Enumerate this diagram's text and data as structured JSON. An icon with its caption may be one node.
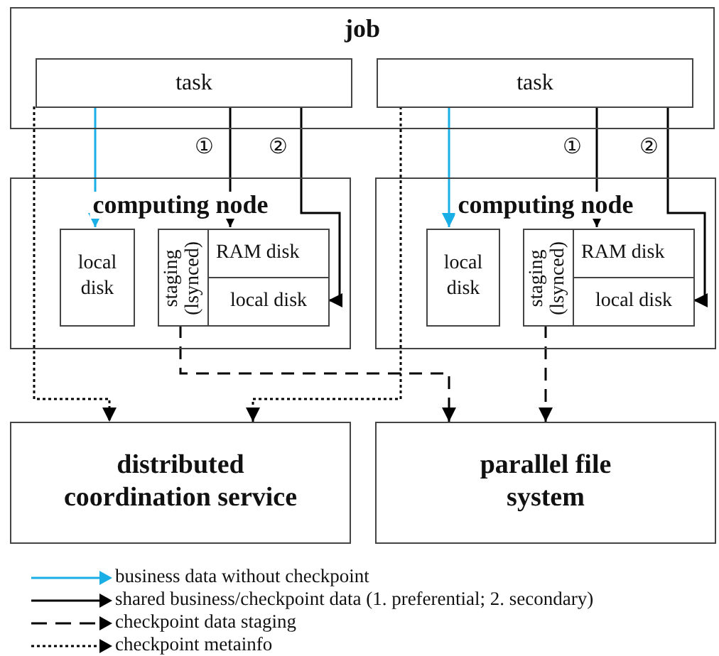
{
  "diagram": {
    "nodes": [
      {
        "text": [
          "job"
        ]
      },
      {
        "text": [
          "task"
        ],
        "in": 0
      },
      {
        "text": [
          "task"
        ],
        "in": 0
      },
      {
        "text": [
          "computing node"
        ]
      },
      {
        "text": [
          "local disk"
        ],
        "in": 3
      },
      {
        "text": [
          "staging (lsynced)"
        ],
        "in": 3
      },
      {
        "text": [
          "RAM disk"
        ],
        "in": 3
      },
      {
        "text": [
          "local disk"
        ],
        "in": 3
      },
      {
        "text": [
          "computing node"
        ]
      },
      {
        "text": [
          "local disk"
        ],
        "in": 8
      },
      {
        "text": [
          "staging (lsynced)"
        ],
        "in": 8
      },
      {
        "text": [
          "RAM disk"
        ],
        "in": 8
      },
      {
        "text": [
          "local disk"
        ],
        "in": 8
      },
      {
        "text": [
          "distributed coordination service"
        ]
      },
      {
        "text": [
          "parallel file system"
        ]
      }
    ],
    "edges": [
      {
        "from": 1,
        "to": 4,
        "arrow": "to",
        "color": "#1aaee6"
      },
      {
        "from": 1,
        "to": 6,
        "arrow": "to",
        "label": "①"
      },
      {
        "from": 1,
        "to": 7,
        "arrow": "to",
        "label": "②"
      },
      {
        "from": 2,
        "to": 9,
        "arrow": "to",
        "color": "#1aaee6"
      },
      {
        "from": 2,
        "to": 11,
        "arrow": "to",
        "label": "①"
      },
      {
        "from": 2,
        "to": 12,
        "arrow": "to",
        "label": "②"
      },
      {
        "from": 1,
        "to": 13,
        "arrow": "to",
        "style": "dashed"
      },
      {
        "from": 2,
        "to": 13,
        "arrow": "to",
        "style": "dashed"
      },
      {
        "from": 5,
        "to": 14,
        "arrow": "to",
        "style": "dashed"
      },
      {
        "from": 10,
        "to": 14,
        "arrow": "to",
        "style": "dashed"
      }
    ],
    "legend": [
      {
        "text": "business data without checkpoint",
        "color": "#1aaee6"
      },
      {
        "text": "shared business/checkpoint data  (1. preferential; 2. secondary)"
      },
      {
        "text": "checkpoint data staging"
      },
      {
        "text": "checkpoint metainfo"
      }
    ]
  }
}
